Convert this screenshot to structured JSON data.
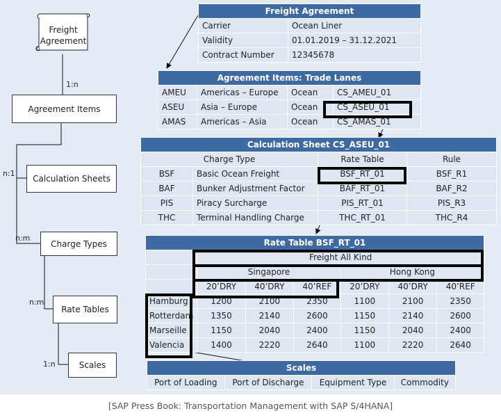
{
  "left_hierarchy": {
    "root": "Freight\nAgreement",
    "nodes": [
      "Agreement Items",
      "Calculation Sheets",
      "Charge Types",
      "Rate Tables",
      "Scales"
    ],
    "cardinalities": [
      "1:n",
      "n:1",
      "n:m",
      "n:m",
      "1:n"
    ]
  },
  "freight_agreement": {
    "title": "Freight Agreement",
    "rows": [
      [
        "Carrier",
        "Ocean Liner"
      ],
      [
        "Validity",
        "01.01.2019 – 31.12.2021"
      ],
      [
        "Contract Number",
        "12345678"
      ]
    ]
  },
  "agreement_items": {
    "title": "Agreement Items: Trade Lanes",
    "rows": [
      [
        "AMEU",
        "Americas – Europe",
        "Ocean",
        "CS_AMEU_01"
      ],
      [
        "ASEU",
        "Asia – Europe",
        "Ocean",
        "CS_ASEU_01"
      ],
      [
        "AMAS",
        "Americas – Asia",
        "Ocean",
        "CS_AMAS_01"
      ]
    ]
  },
  "calculation_sheet": {
    "title": "Calculation Sheet CS_ASEU_01",
    "headers": [
      "Charge Type",
      "Rate Table",
      "Rule"
    ],
    "rows": [
      [
        "BSF",
        "Basic Ocean Freight",
        "BSF_RT_01",
        "BSF_R1"
      ],
      [
        "BAF",
        "Bunker Adjustment Factor",
        "BAF_RT_01",
        "BAF_R2"
      ],
      [
        "PIS",
        "Piracy Surcharge",
        "PIS_RT_01",
        "PIS_R3"
      ],
      [
        "THC",
        "Terminal Handling Charge",
        "THC_RT_01",
        "THC_R4"
      ]
    ]
  },
  "rate_table": {
    "title": "Rate Table BSF_RT_01",
    "commodity": "Freight All Kind",
    "locations": [
      "Singapore",
      "Hong Kong"
    ],
    "equipment": [
      "20’DRY",
      "40’DRY",
      "40’REF",
      "20’DRY",
      "40’DRY",
      "40’REF"
    ],
    "rows": [
      {
        "port": "Hamburg",
        "values": [
          "1200",
          "2100",
          "2350",
          "1100",
          "2100",
          "2350"
        ]
      },
      {
        "port": "Rotterdam",
        "values": [
          "1350",
          "2140",
          "2600",
          "1150",
          "2140",
          "2600"
        ]
      },
      {
        "port": "Marseille",
        "values": [
          "1150",
          "2040",
          "2400",
          "1150",
          "2040",
          "2400"
        ]
      },
      {
        "port": "Valencia",
        "values": [
          "1400",
          "2220",
          "2640",
          "1100",
          "2220",
          "2640"
        ]
      }
    ]
  },
  "scales": {
    "title": "Scales",
    "items": [
      "Port of Loading",
      "Port of Discharge",
      "Equipment Type",
      "Commodity"
    ]
  },
  "caption": "[SAP Press Book: Transportation Management with SAP S/4HANA]"
}
